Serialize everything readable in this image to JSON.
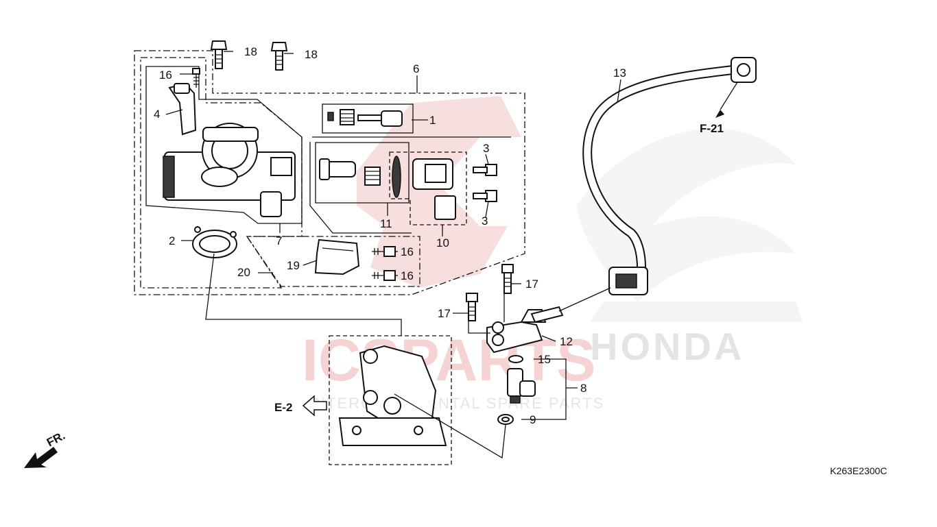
{
  "labels": {
    "p1": "1",
    "p2": "2",
    "p3a": "3",
    "p3b": "3",
    "p4": "4",
    "p6": "6",
    "p7": "7",
    "p8": "8",
    "p9": "9",
    "p10": "10",
    "p11": "11",
    "p12": "12",
    "p13": "13",
    "p15": "15",
    "p16a": "16",
    "p16b": "16",
    "p16c": "16",
    "p17a": "17",
    "p17b": "17",
    "p18a": "18",
    "p18b": "18",
    "p19": "19",
    "p20": "20"
  },
  "refs": {
    "f21": "F-21",
    "e2": "E-2",
    "front": "FR."
  },
  "diagram_code": "K263E2300C",
  "watermark": {
    "brand": "ICSPARTS",
    "tagline": "INTERCONTINENTAL SPARE PARTS",
    "maker": "HONDA"
  },
  "colors": {
    "line": "#111111",
    "watermark_red": "#e8a0a0",
    "watermark_grey": "#c8c8c8"
  }
}
